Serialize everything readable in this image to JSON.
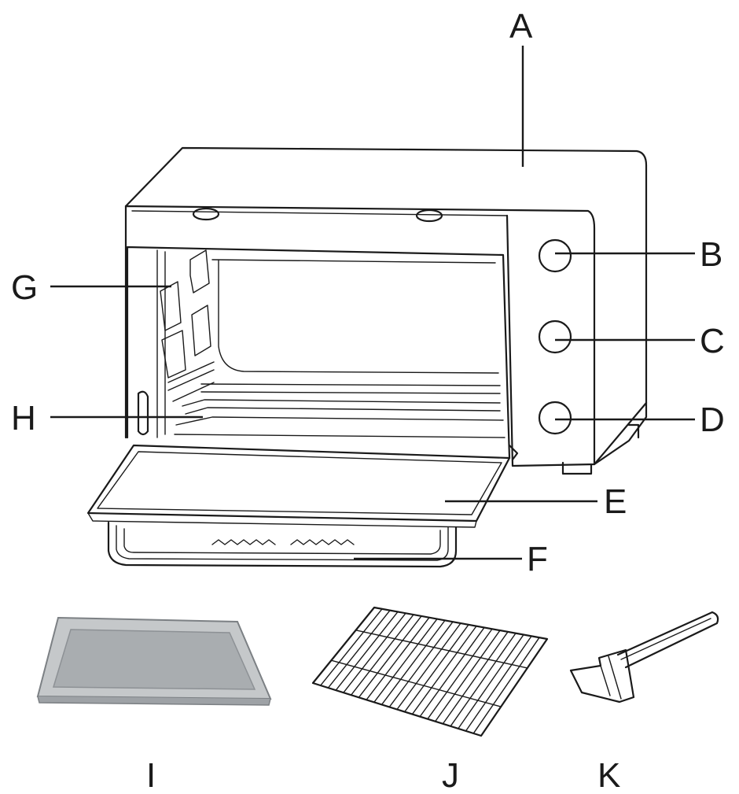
{
  "labels": {
    "A": "A",
    "B": "B",
    "C": "C",
    "D": "D",
    "E": "E",
    "F": "F",
    "G": "G",
    "H": "H",
    "I": "I",
    "J": "J",
    "K": "K"
  },
  "colors": {
    "line": "#1a1a1a",
    "tray_fill": "#a9adb0",
    "tray_rim": "#c5c8ca",
    "background": "#ffffff"
  }
}
